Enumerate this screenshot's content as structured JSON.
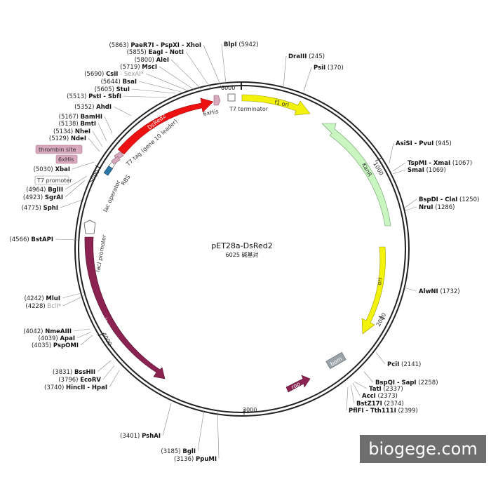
{
  "plasmid": {
    "name": "pET28a-DsRed2",
    "size_text": "6025 碱基对"
  },
  "ticks": [
    "1000",
    "2000",
    "3000",
    "4000",
    "5000",
    "6000"
  ],
  "sites": [
    {
      "pos": "(5863)",
      "name": "PaeR7I - PspXI - XhoI"
    },
    {
      "pos": "(5855)",
      "name": "EagI - NotI"
    },
    {
      "pos": "(5800)",
      "name": "AleI"
    },
    {
      "pos": "(5719)",
      "name": "MscI"
    },
    {
      "pos": "(5690)",
      "name": "CsiI",
      "extra": " - SexAI*"
    },
    {
      "pos": "(5644)",
      "name": "BsaI"
    },
    {
      "pos": "(5605)",
      "name": "StuI"
    },
    {
      "pos": "(5513)",
      "name": "PstI - SbfI"
    },
    {
      "pos": "(5352)",
      "name": "AhdI"
    },
    {
      "pos": "(5167)",
      "name": "BamHI"
    },
    {
      "pos": "(5138)",
      "name": "BmtI"
    },
    {
      "pos": "(5134)",
      "name": "NheI"
    },
    {
      "pos": "(5129)",
      "name": "NdeI"
    },
    {
      "pos": "(5030)",
      "name": "XbaI"
    },
    {
      "pos": "(4964)",
      "name": "BglII"
    },
    {
      "pos": "(4923)",
      "name": "SgrAI"
    },
    {
      "pos": "(4775)",
      "name": "SphI"
    },
    {
      "pos": "(4566)",
      "name": "BstAPI"
    },
    {
      "pos": "(4242)",
      "name": "MluI"
    },
    {
      "pos": "(4228)",
      "name": "",
      "extra": "BclI*"
    },
    {
      "pos": "(4042)",
      "name": "NmeAIII"
    },
    {
      "pos": "(4039)",
      "name": "ApaI"
    },
    {
      "pos": "(4035)",
      "name": "PspOMI"
    },
    {
      "pos": "(3831)",
      "name": "BssHII"
    },
    {
      "pos": "(3796)",
      "name": "EcoRV"
    },
    {
      "pos": "(3740)",
      "name": "HincII - HpaI"
    },
    {
      "pos": "(3401)",
      "name": "PshAI"
    },
    {
      "pos": "(3185)",
      "name": "BglI"
    },
    {
      "pos": "(3136)",
      "name": "PpuMI"
    },
    {
      "pos": "(5942)",
      "name": "BlpI",
      "right": true
    },
    {
      "pos": "(245)",
      "name": "DraIII",
      "right": true
    },
    {
      "pos": "(370)",
      "name": "PsiI",
      "right": true
    },
    {
      "pos": "(945)",
      "name": "AsiSI - PvuI",
      "right": true
    },
    {
      "pos": "(1067)",
      "name": "TspMI - XmaI",
      "right": true
    },
    {
      "pos": "(1069)",
      "name": "SmaI",
      "right": true
    },
    {
      "pos": "(1250)",
      "name": "BspDI - ClaI",
      "right": true
    },
    {
      "pos": "(1286)",
      "name": "NruI",
      "right": true
    },
    {
      "pos": "(1732)",
      "name": "AlwNI",
      "right": true
    },
    {
      "pos": "(2141)",
      "name": "PciI",
      "right": true
    },
    {
      "pos": "(2258)",
      "name": "BspQI - SapI",
      "right": true
    },
    {
      "pos": "(2337)",
      "name": "TatI",
      "right": true
    },
    {
      "pos": "(2373)",
      "name": "AccI",
      "right": true
    },
    {
      "pos": "(2374)",
      "name": "BstZ17I",
      "right": true
    },
    {
      "pos": "(2399)",
      "name": "PflFI - Tth111I",
      "right": true
    }
  ],
  "features": {
    "dsred2": "DsRed2",
    "f1_ori": "f1 ori",
    "kanr": "KanR",
    "ori": "ori",
    "laci": "lacI",
    "rop": "rop",
    "bom": "bom",
    "sixhis_top": "6xHis",
    "t7_terminator": "T7 terminator",
    "t7_tag": "T7 tag (gene 10 leader)",
    "rbs": "RBS",
    "lac_operator": "lac operator",
    "laci_promoter": "lacI promoter",
    "thrombin_site": "thrombin site",
    "sixhis_left": "6xHis",
    "t7_promoter": "T7 promoter"
  },
  "colors": {
    "dsred2": "#ee1111",
    "f1_ori": "#f2f20a",
    "kanr": "#c8f5c0",
    "ori": "#f2f20a",
    "laci": "#8b2252",
    "rop": "#8b2252",
    "bom": "#9aa4a8",
    "tag_pink": "#d8a8bc",
    "rbs_blue": "#2a78a8"
  },
  "watermark": "biogege.com"
}
